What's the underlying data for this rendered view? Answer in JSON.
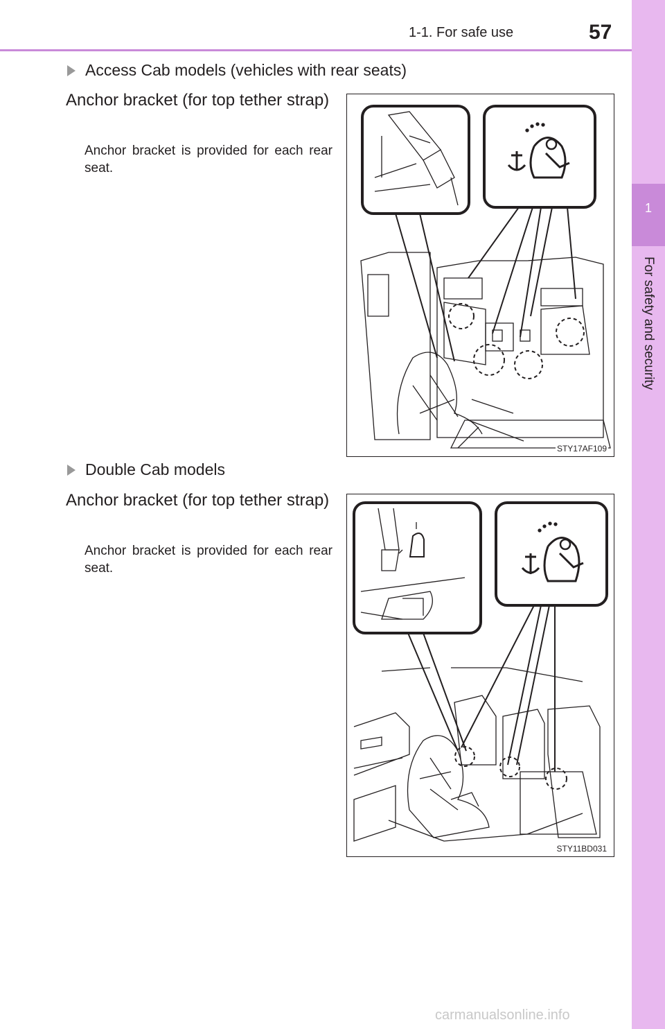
{
  "header": {
    "section": "1-1. For safe use",
    "page_number": "57"
  },
  "side_tab": {
    "chapter_number": "1",
    "chapter_title": "For safety and security"
  },
  "sections": [
    {
      "heading": "Access Cab models (vehicles with rear seats)",
      "item_title": "Anchor bracket (for top tether strap)",
      "item_desc": "Anchor bracket is provided for each rear seat.",
      "figure_code": "STY17AF109"
    },
    {
      "heading": "Double Cab models",
      "item_title": "Anchor bracket (for top tether strap)",
      "item_desc": "Anchor bracket is provided for each rear seat.",
      "figure_code": "STY11BD031"
    }
  ],
  "watermark": "carmanualsonline.info"
}
